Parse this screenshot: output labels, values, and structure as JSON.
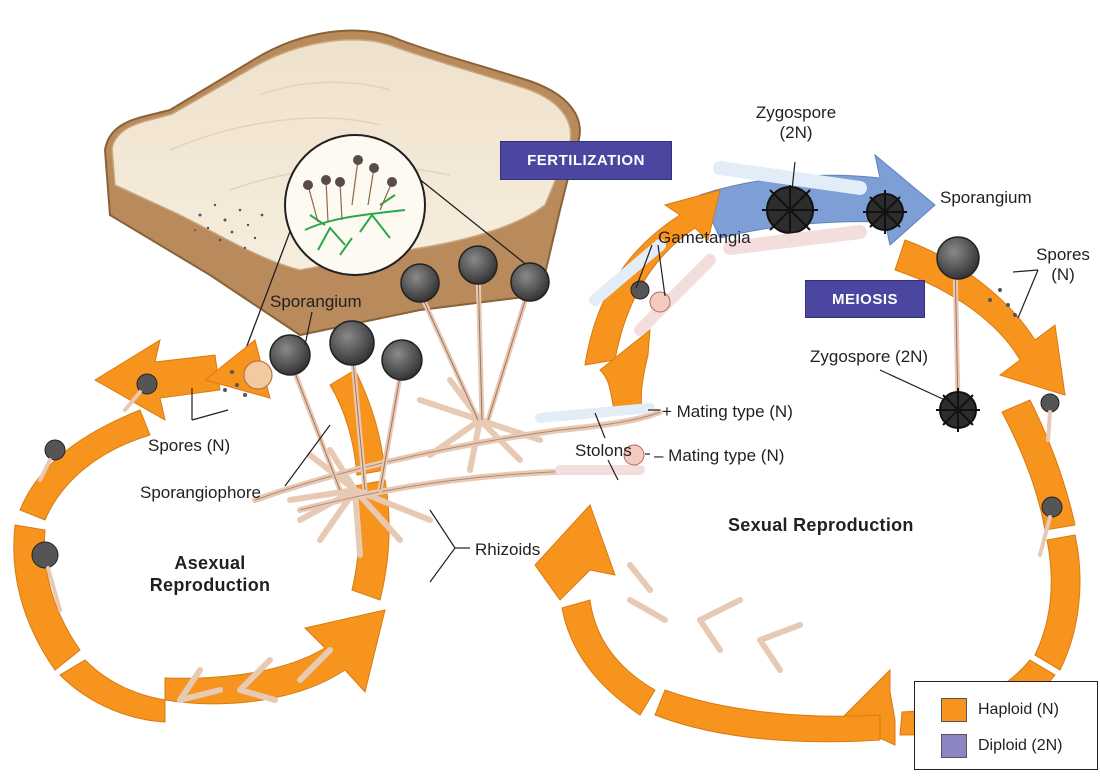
{
  "labels": {
    "zygospore_top": "Zygospore\n(2N)",
    "fertilization": "FERTILIZATION",
    "gametangia": "Gametangia",
    "meiosis": "MEIOSIS",
    "sporangium_right": "Sporangium",
    "spores_right": "Spores\n(N)",
    "zygospore_mid": "Zygospore (2N)",
    "sporangium_left": "Sporangium",
    "spores_left": "Spores (N)",
    "mating_plus": "+ Mating type (N)",
    "mating_minus": "– Mating type (N)",
    "stolons": "Stolons",
    "sporangiophore": "Sporangiophore",
    "rhizoids": "Rhizoids",
    "asexual": "Asexual\nReproduction",
    "sexual": "Sexual Reproduction"
  },
  "legend": {
    "items": [
      {
        "label": "Haploid (N)",
        "color": "#f7941d"
      },
      {
        "label": "Diploid (2N)",
        "color": "#8b85c1"
      }
    ]
  },
  "colors": {
    "haploid_arrow": "#f7941d",
    "diploid_arrow": "#7d9fd6",
    "badge": "#4b46a0",
    "bread_crust": "#b8895a",
    "bread_crumb": "#f7efe1",
    "hyphae": "#f9e3d3",
    "sporangium": "#4a4a4a"
  }
}
